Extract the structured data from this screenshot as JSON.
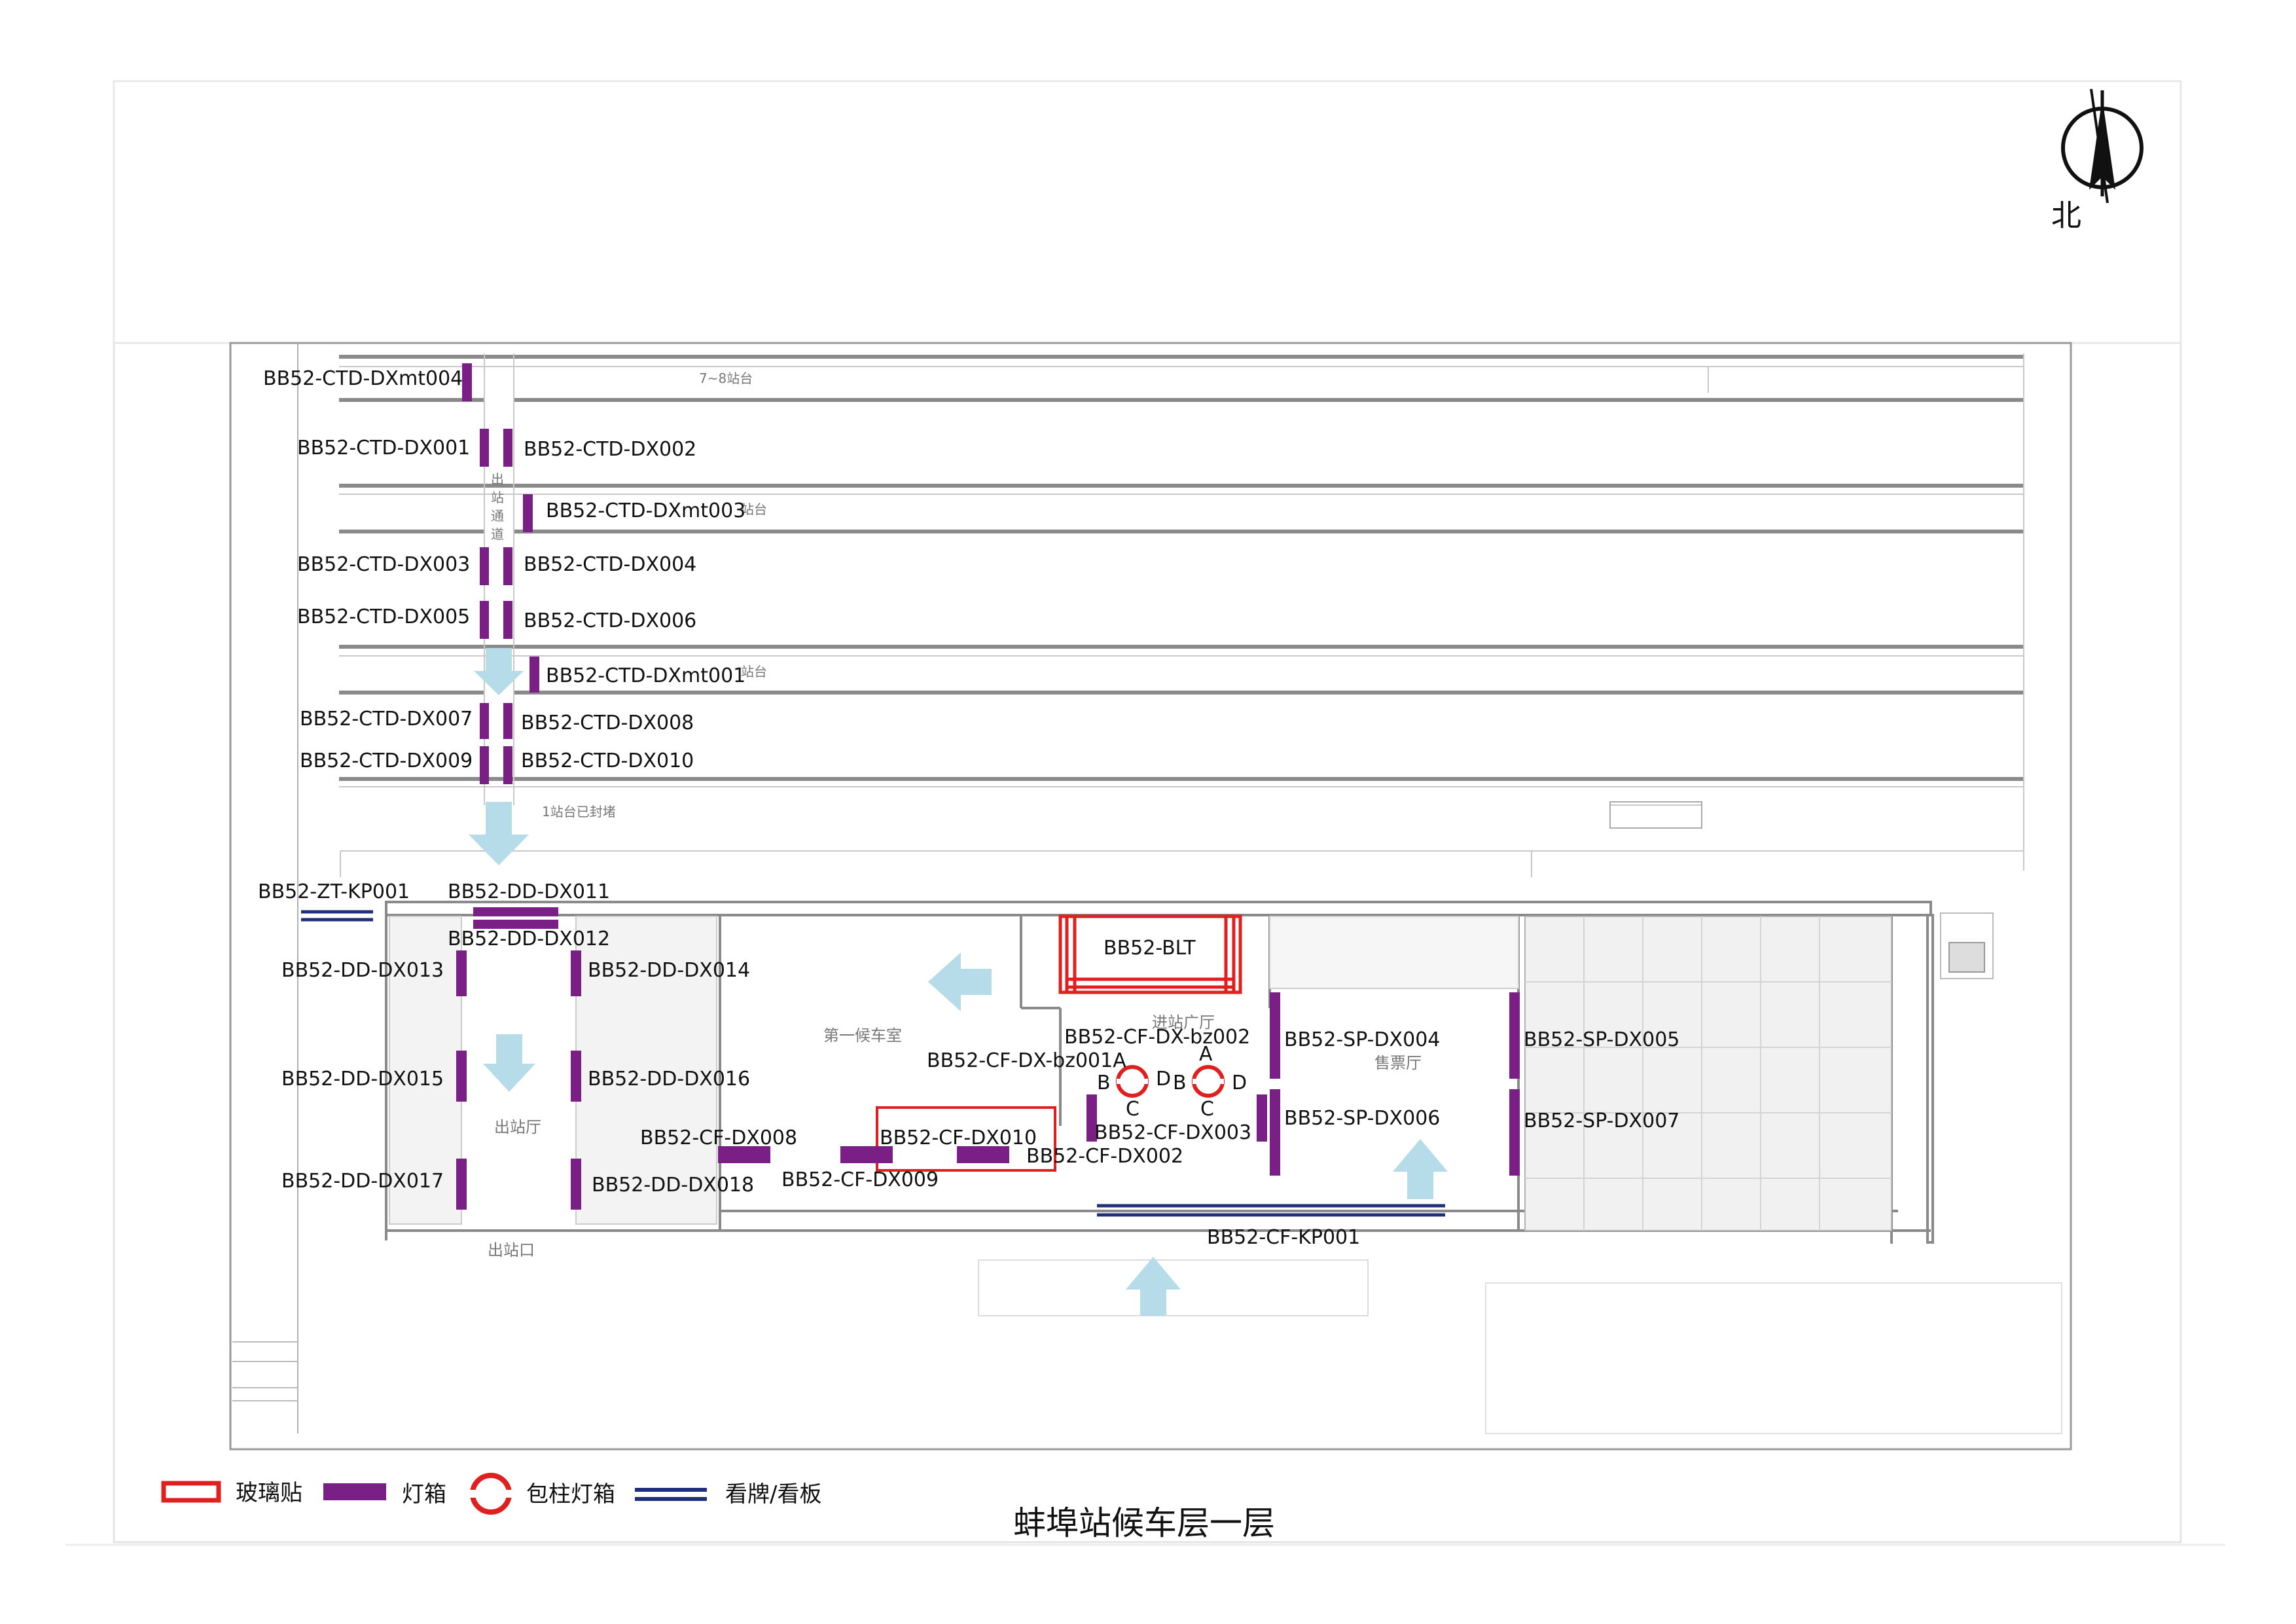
{
  "title": "蚌埠站候车层一层",
  "north_label": "北",
  "colors": {
    "lightbox": "#7a1f86",
    "glass": "#e0201f",
    "sign": "#1f2f7a",
    "arrow": "#b6dcea",
    "wall": "#8a8a8a"
  },
  "legend": [
    {
      "icon": "glass-sticker-icon",
      "label": "玻璃贴"
    },
    {
      "icon": "lightbox-icon",
      "label": "灯箱"
    },
    {
      "icon": "column-lightbox-icon",
      "label": "包柱灯箱"
    },
    {
      "icon": "signboard-icon",
      "label": "看牌/看板"
    }
  ],
  "rooms": {
    "platform_78": "7~8站台",
    "platform_1": "1站台已封堵",
    "exit_passage": "出站通道",
    "waiting_room": "第一候车室",
    "exit_hall": "出站厅",
    "exit_gate": "出站口",
    "entry_hall": "进站广厅",
    "ticket_hall": "售票厅",
    "platform_tag_3": "站台",
    "platform_tag_1": "站台"
  },
  "labels": {
    "ctd_dxmt004": "BB52-CTD-DXmt004",
    "ctd_dx001": "BB52-CTD-DX001",
    "ctd_dx002": "BB52-CTD-DX002",
    "ctd_dxmt003": "BB52-CTD-DXmt003",
    "ctd_dx003": "BB52-CTD-DX003",
    "ctd_dx004": "BB52-CTD-DX004",
    "ctd_dx005": "BB52-CTD-DX005",
    "ctd_dx006": "BB52-CTD-DX006",
    "ctd_dxmt001": "BB52-CTD-DXmt001",
    "ctd_dx007": "BB52-CTD-DX007",
    "ctd_dx008": "BB52-CTD-DX008",
    "ctd_dx009": "BB52-CTD-DX009",
    "ctd_dx010": "BB52-CTD-DX010",
    "zt_kp001": "BB52-ZT-KP001",
    "dd_dx011": "BB52-DD-DX011",
    "dd_dx012": "BB52-DD-DX012",
    "dd_dx013": "BB52-DD-DX013",
    "dd_dx014": "BB52-DD-DX014",
    "dd_dx015": "BB52-DD-DX015",
    "dd_dx016": "BB52-DD-DX016",
    "dd_dx017": "BB52-DD-DX017",
    "dd_dx018": "BB52-DD-DX018",
    "blt": "BB52-BLT",
    "cf_dx_bz002": "BB52-CF-DX-bz002",
    "cf_dx_bz001a": "BB52-CF-DX-bz001A",
    "cf_dx003": "BB52-CF-DX003",
    "cf_dx002": "BB52-CF-DX002",
    "cf_dx008": "BB52-CF-DX008",
    "cf_dx009": "BB52-CF-DX009",
    "cf_dx010": "BB52-CF-DX010",
    "sp_dx004": "BB52-SP-DX004",
    "sp_dx005": "BB52-SP-DX005",
    "sp_dx006": "BB52-SP-DX006",
    "sp_dx007": "BB52-SP-DX007",
    "cf_kp001": "BB52-CF-KP001"
  },
  "column_faces": {
    "a": "A",
    "b": "B",
    "c": "C",
    "d": "D"
  }
}
